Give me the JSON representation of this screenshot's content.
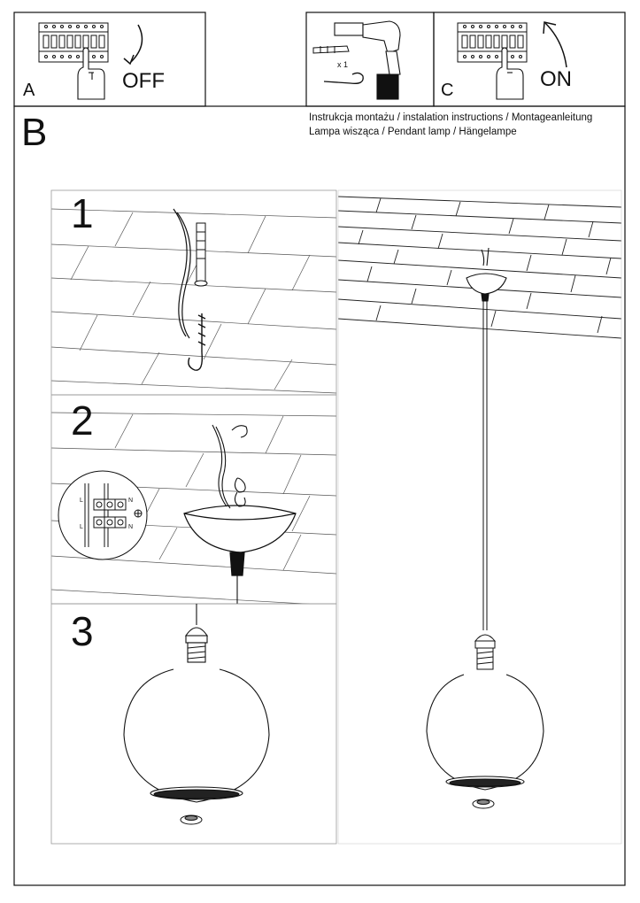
{
  "panels": {
    "a": {
      "letter": "A",
      "state": "OFF"
    },
    "c": {
      "letter": "C",
      "state": "ON"
    },
    "drill": {
      "quantity": "x 1"
    }
  },
  "section_b": {
    "letter": "B",
    "header_line1": "Instrukcja montażu / instalation instructions / Montageanleitung",
    "header_line2": "Lampa wisząca / Pendant lamp / Hängelampe"
  },
  "steps": [
    "1",
    "2",
    "3"
  ],
  "wiring": {
    "top": [
      "L",
      "N"
    ],
    "bottom": [
      "L",
      "N"
    ]
  }
}
